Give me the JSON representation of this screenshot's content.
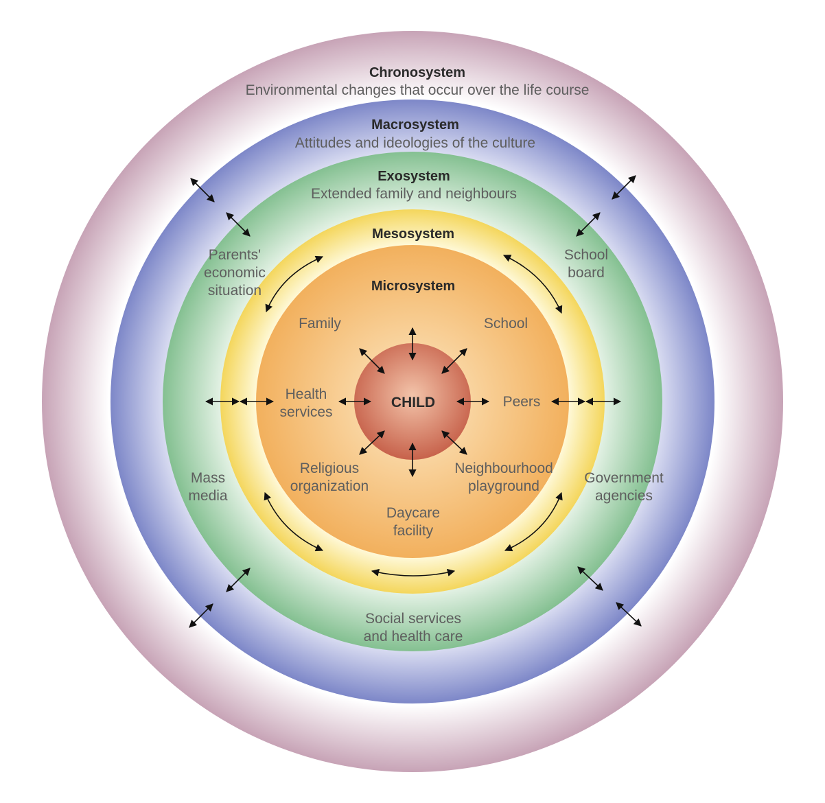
{
  "layers": {
    "chronosystem": {
      "title": "Chronosystem",
      "subtitle": "Environmental changes that occur over the life course",
      "color": "#c9a8b8"
    },
    "macrosystem": {
      "title": "Macrosystem",
      "subtitle": "Attitudes and ideologies of the culture",
      "color": "#8a92cf"
    },
    "exosystem": {
      "title": "Exosystem",
      "subtitle": "Extended family and neighbours",
      "color": "#8cc59a",
      "items": {
        "parents": [
          "Parents'",
          "economic",
          "situation"
        ],
        "school_board": [
          "School",
          "board"
        ],
        "mass_media": [
          "Mass",
          "media"
        ],
        "government": [
          "Government",
          "agencies"
        ],
        "social": [
          "Social services",
          "and health care"
        ]
      }
    },
    "mesosystem": {
      "title": "Mesosystem",
      "color": "#f6d968"
    },
    "microsystem": {
      "title": "Microsystem",
      "color": "#f3b461",
      "items": {
        "family": "Family",
        "school": "School",
        "health": [
          "Health",
          "services"
        ],
        "peers": "Peers",
        "religious": [
          "Religious",
          "organization"
        ],
        "neighbourhood": [
          "Neighbourhood",
          "playground"
        ],
        "daycare": [
          "Daycare",
          "facility"
        ]
      }
    },
    "center": {
      "label": "CHILD",
      "color": "#d0705a"
    }
  }
}
